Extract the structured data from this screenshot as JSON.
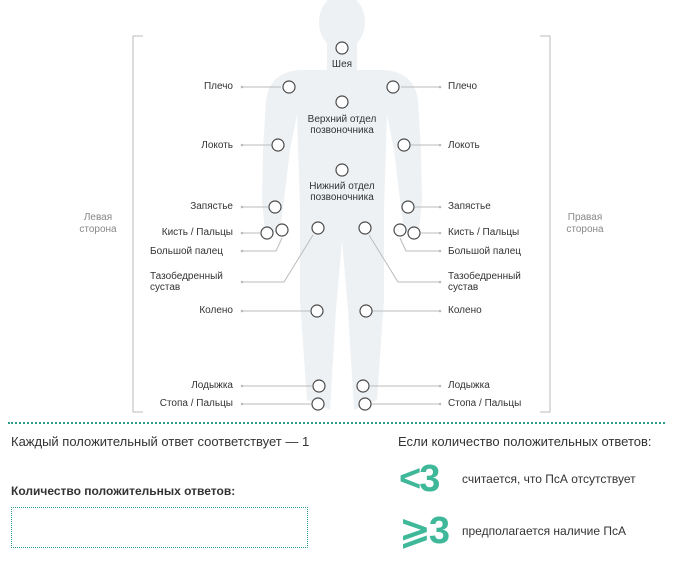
{
  "labels": {
    "neck": "Шея",
    "upper_spine": "Верхний отдел\nпозвоночника",
    "lower_spine": "Нижний отдел\nпозвоночника",
    "left": {
      "shoulder": "Плечо",
      "elbow": "Локоть",
      "wrist": "Запястье",
      "hand_fingers": "Кисть / Пальцы",
      "thumb": "Большой палец",
      "hip": "Тазобедренный\nсустав",
      "knee": "Колено",
      "ankle": "Лодыжка",
      "foot_toes": "Стопа / Пальцы"
    },
    "right": {
      "shoulder": "Плечо",
      "elbow": "Локоть",
      "wrist": "Запястье",
      "hand_fingers": "Кисть / Пальцы",
      "thumb": "Большой палец",
      "hip": "Тазобедренный\nсустав",
      "knee": "Колено",
      "ankle": "Лодыжка",
      "foot_toes": "Стопа / Пальцы"
    }
  },
  "sides": {
    "left": "Левая\nсторона",
    "right": "Правая\nсторона"
  },
  "scoring": {
    "each_positive": "Каждый положительный ответ соответствует — 1",
    "if_count": "Если количество положительных ответов:",
    "count_label": "Количество положительных ответов:",
    "less_than_symbol": "<3",
    "less_than_text": "считается, что ПсА отсутствует",
    "gte_symbol": "⩾3",
    "gte_text": "предполагается наличие ПсА"
  },
  "colors": {
    "accent": "#3fb89a",
    "dotted_line": "#2a9d8f",
    "body": "#eef1f4",
    "joint_circle": "#4a4a4a"
  }
}
